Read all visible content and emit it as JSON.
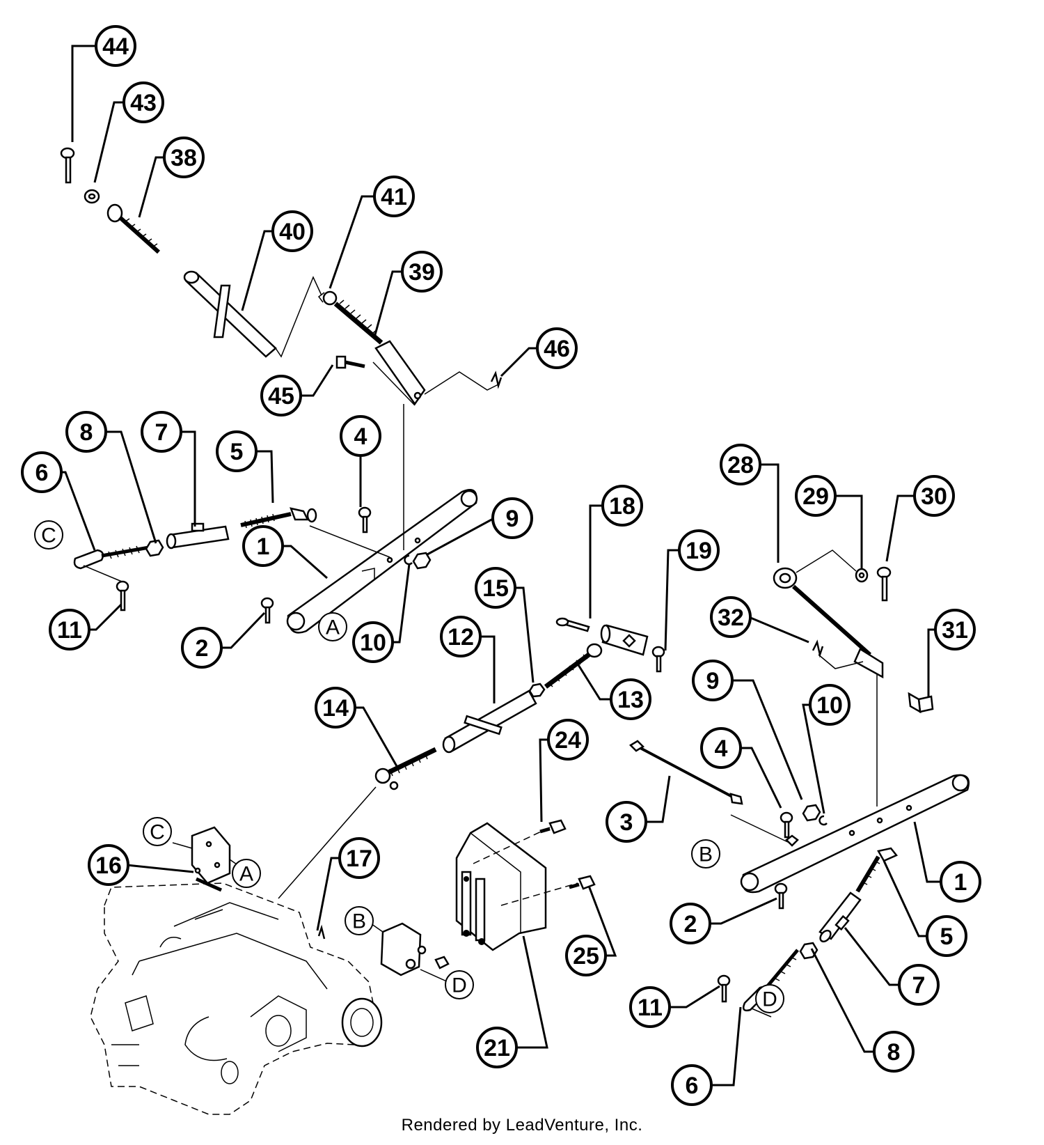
{
  "callouts": [
    {
      "label": "44"
    },
    {
      "label": "43"
    },
    {
      "label": "38"
    },
    {
      "label": "40"
    },
    {
      "label": "41"
    },
    {
      "label": "39"
    },
    {
      "label": "46"
    },
    {
      "label": "45"
    },
    {
      "label": "8"
    },
    {
      "label": "7"
    },
    {
      "label": "5"
    },
    {
      "label": "6"
    },
    {
      "label": "4"
    },
    {
      "label": "9"
    },
    {
      "label": "1"
    },
    {
      "label": "11"
    },
    {
      "label": "2"
    },
    {
      "label": "10"
    },
    {
      "label": "18"
    },
    {
      "label": "19"
    },
    {
      "label": "15"
    },
    {
      "label": "12"
    },
    {
      "label": "13"
    },
    {
      "label": "14"
    },
    {
      "label": "28"
    },
    {
      "label": "29"
    },
    {
      "label": "30"
    },
    {
      "label": "32"
    },
    {
      "label": "31"
    },
    {
      "label": "9"
    },
    {
      "label": "10"
    },
    {
      "label": "4"
    },
    {
      "label": "3"
    },
    {
      "label": "24"
    },
    {
      "label": "16"
    },
    {
      "label": "17"
    },
    {
      "label": "1"
    },
    {
      "label": "2"
    },
    {
      "label": "5"
    },
    {
      "label": "25"
    },
    {
      "label": "7"
    },
    {
      "label": "11"
    },
    {
      "label": "21"
    },
    {
      "label": "8"
    },
    {
      "label": "6"
    }
  ],
  "references": [
    {
      "label": "C"
    },
    {
      "label": "A"
    },
    {
      "label": "C"
    },
    {
      "label": "A"
    },
    {
      "label": "B"
    },
    {
      "label": "B"
    },
    {
      "label": "D"
    },
    {
      "label": "D"
    }
  ],
  "footer": {
    "credit": "Rendered by LeadVenture, Inc."
  },
  "colors": {
    "ink": "#000000",
    "paper": "#ffffff"
  }
}
